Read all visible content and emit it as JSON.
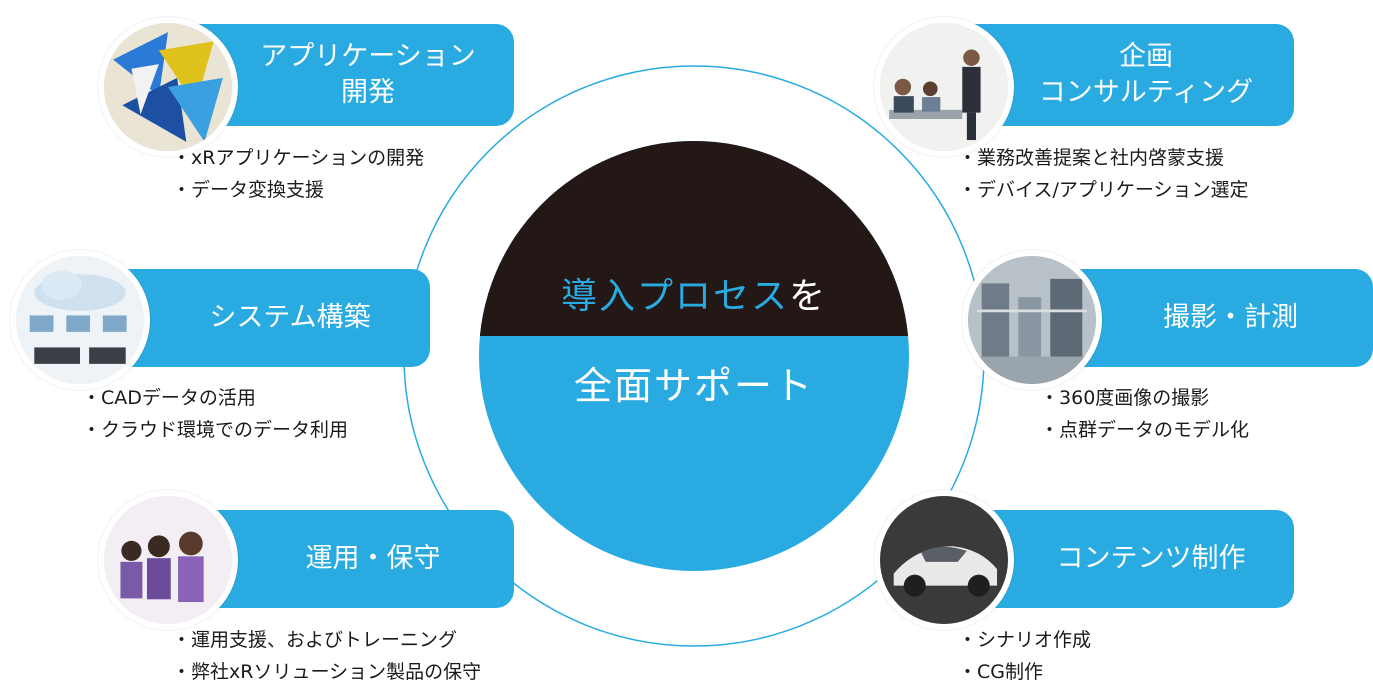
{
  "center": {
    "title_highlight": "導入プロセス",
    "title_rest": "を",
    "subtitle": "全面サポート"
  },
  "colors": {
    "accent": "#29abe2",
    "dark": "#231815",
    "text": "#1a1a1a"
  },
  "nodes": {
    "app_dev": {
      "label": "アプリケーション\n開発",
      "photo_icon": "colorful-app-graphic-icon",
      "bullets": [
        "xRアプリケーションの開発",
        "データ変換支援"
      ]
    },
    "planning": {
      "label": "企画\nコンサルティング",
      "photo_icon": "business-meeting-icon",
      "bullets": [
        "業務改善提案と社内啓蒙支援",
        "デバイス/アプリケーション選定"
      ]
    },
    "system": {
      "label": "システム構築",
      "photo_icon": "cloud-network-icon",
      "bullets": [
        "CADデータの活用",
        "クラウド環境でのデータ利用"
      ]
    },
    "capture": {
      "label": "撮影・計測",
      "photo_icon": "factory-scan-icon",
      "bullets": [
        "360度画像の撮影",
        "点群データのモデル化"
      ]
    },
    "operation": {
      "label": "運用・保守",
      "photo_icon": "support-staff-icon",
      "bullets": [
        "運用支援、およびトレーニング",
        "弊社xRソリューション製品の保守"
      ]
    },
    "content": {
      "label": "コンテンツ制作",
      "photo_icon": "car-render-icon",
      "bullets": [
        "シナリオ作成",
        "CG制作"
      ]
    }
  }
}
